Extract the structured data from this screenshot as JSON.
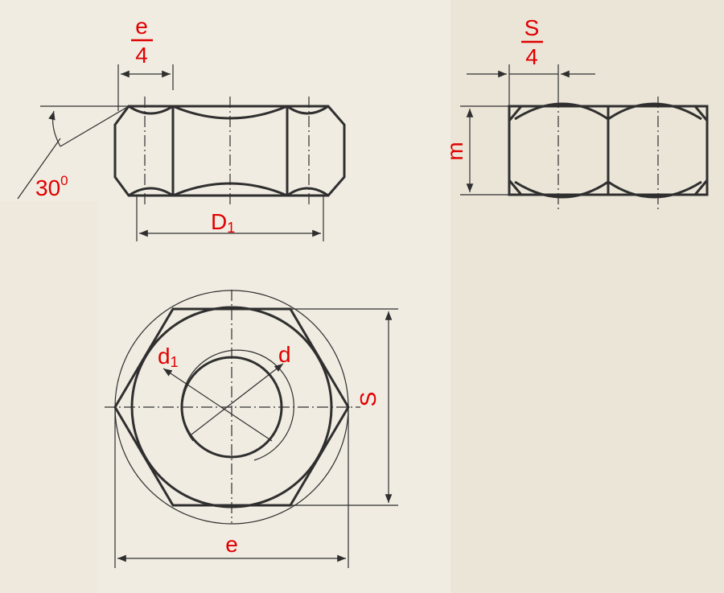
{
  "labels": {
    "e_over_4_num": "e",
    "e_over_4_den": "4",
    "angle": "30",
    "angle_sup": "0",
    "D1_main": "D",
    "D1_sub": "1",
    "s_over_4_num": "S",
    "s_over_4_den": "4",
    "m": "m",
    "d1_main": "d",
    "d1_sub": "1",
    "d": "d",
    "S": "S",
    "e": "e"
  },
  "colors": {
    "ink": "#2f2f2f",
    "label": "#e00000",
    "paper": "#f1ece2"
  }
}
